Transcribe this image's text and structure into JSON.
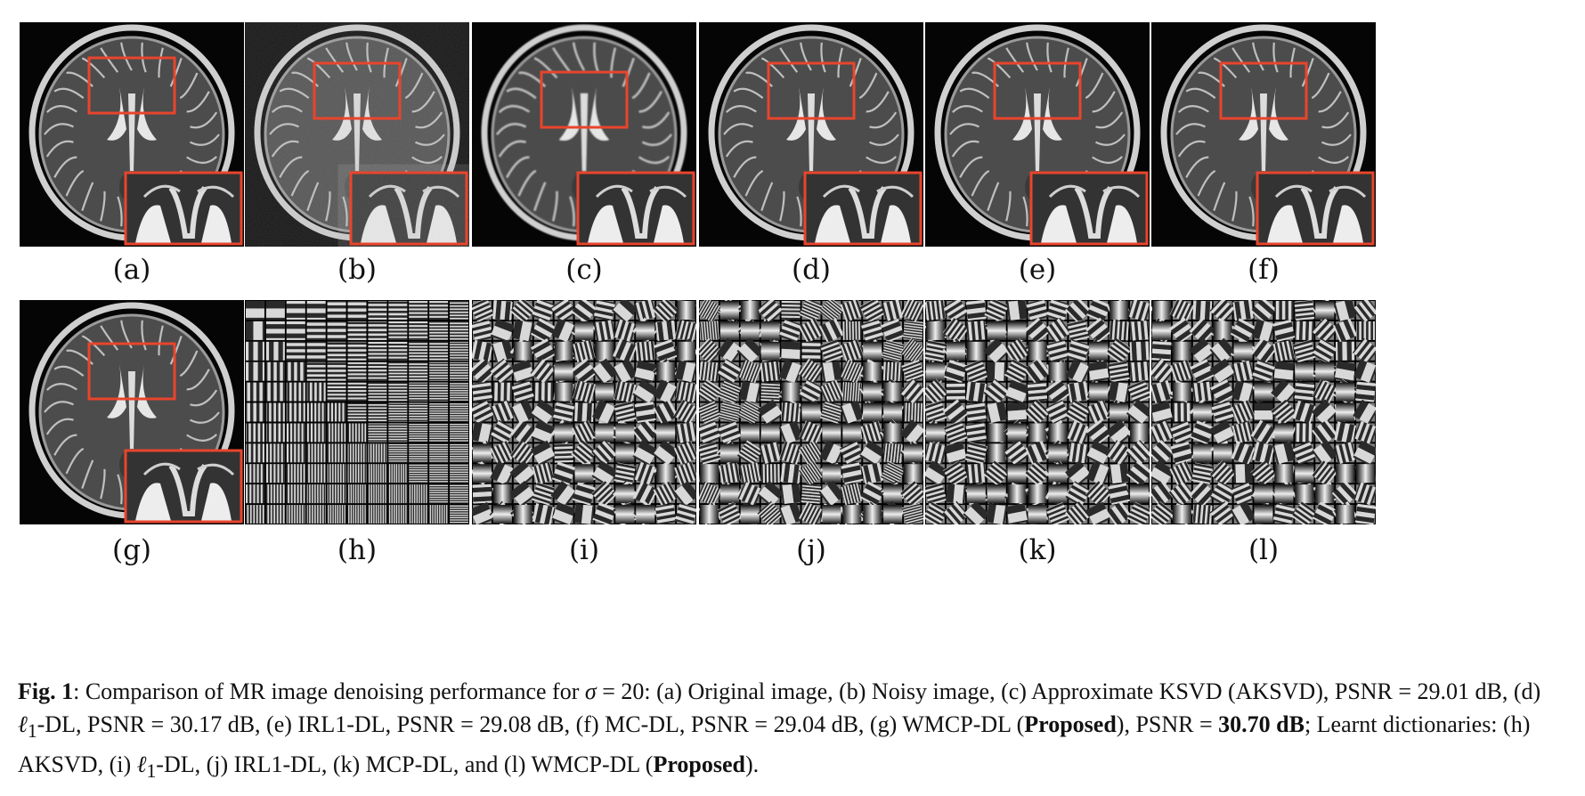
{
  "figure": {
    "labels": [
      "(a)",
      "(b)",
      "(c)",
      "(d)",
      "(e)",
      "(f)",
      "(g)",
      "(h)",
      "(i)",
      "(j)",
      "(k)",
      "(l)"
    ]
  },
  "caption": {
    "fig_label": "Fig. 1",
    "c1": ": Comparison of MR image denoising performance for ",
    "sigma_symbol": "σ",
    "c2": " = 20: (a) Original image, (b) Noisy image, (c) Approximate KSVD (AKSVD), PSNR = 29.01 dB, (d) ",
    "ell_a": "ℓ",
    "sub_a": "1",
    "c3": "-DL, PSNR = 30.17 dB, (e) IRL1-DL, PSNR = 29.08 dB, (f) MC-DL, PSNR = 29.04 dB, (g) WMCP-DL  (",
    "proposed_1": "Proposed",
    "c4": "), PSNR = ",
    "best_psnr": "30.70 dB",
    "c5": "; Learnt dictionaries: (h) AKSVD, (i) ",
    "ell_b": "ℓ",
    "sub_b": "1",
    "c6": "-DL, (j) IRL1-DL, (k) MCP-DL, and (l) WMCP-DL (",
    "proposed_2": "Proposed",
    "c7": ")."
  },
  "colors": {
    "highlight_box": "#e8452c",
    "background": "#ffffff"
  }
}
